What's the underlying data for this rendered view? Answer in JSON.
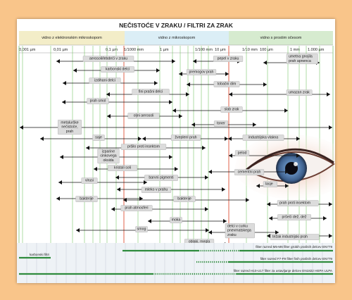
{
  "title": "NEČISTOĆE V ZRAKU / FILTRI ZA ZRAK",
  "zones": [
    {
      "label": "vidno z elektronskim mikroskopom",
      "color": "#f3edc8"
    },
    {
      "label": "vidno z mikroskopom",
      "color": "#dbeef6"
    },
    {
      "label": "vidno s prostim očesom",
      "color": "#d6ebcf"
    }
  ],
  "scale": [
    {
      "text": "0,001 µm",
      "col": "#222"
    },
    {
      "text": "0,01 µm",
      "col": "#222"
    },
    {
      "text": "0,1 µm",
      "col": "#222"
    },
    {
      "text": "1/1000 mm",
      "col": "#888"
    },
    {
      "text": "1 µm",
      "col": "#222"
    },
    {
      "text": "1/100 mm",
      "col": "#888"
    },
    {
      "text": "10 µm",
      "col": "#d23a2a"
    },
    {
      "text": "1/10 mm",
      "col": "#888"
    },
    {
      "text": "100 µm",
      "col": "#222"
    },
    {
      "text": "1 mm",
      "col": "#888"
    },
    {
      "text": "1.000 µm",
      "col": "#222"
    }
  ],
  "items": [
    {
      "label": "aerosoli/lebdeči v zraku"
    },
    {
      "label": "pepel v zraku"
    },
    {
      "label": "umetna gnojila prah apnenca"
    },
    {
      "label": "karbonski delci"
    },
    {
      "label": "premogov prah"
    },
    {
      "label": "izdihani delci"
    },
    {
      "label": "tobačni dim"
    },
    {
      "label": "fini prašni delci"
    },
    {
      "label": "umazan zrak"
    },
    {
      "label": "prah smol"
    },
    {
      "label": "slab zrak"
    },
    {
      "label": "oljni aerosoli"
    },
    {
      "label": "toner"
    },
    {
      "label": "metalurške nečistoče, prah"
    },
    {
      "label": "saje"
    },
    {
      "label": "žveplenI prah"
    },
    {
      "label": "industrijska vlakna"
    },
    {
      "label": "pršilo proti insektom"
    },
    {
      "label": "pelod"
    },
    {
      "label": "izparine cinkovega oksida"
    },
    {
      "label": "kristali soli"
    },
    {
      "label": "cementni prah"
    },
    {
      "label": "barvni pigmenti"
    },
    {
      "label": "virusi"
    },
    {
      "label": "lasje"
    },
    {
      "label": "mleko v prahu"
    },
    {
      "label": "bakterije"
    },
    {
      "label": "bakterije"
    },
    {
      "label": "prah proti insektom"
    },
    {
      "label": "prah atmosferi"
    },
    {
      "label": "pršeči dež, dež"
    },
    {
      "label": "moka"
    },
    {
      "label": "smog"
    },
    {
      "label": "delci v curku pnevmatskega zraku"
    },
    {
      "label": "težak industrijski prah"
    },
    {
      "label": "oblaki, megla"
    }
  ],
  "filters": [
    {
      "label": "filter razred M5-M6 filter grobih prašnih delcev EN779"
    },
    {
      "label": "karbonski filtri"
    },
    {
      "label": "filter razred F7-F9 filter finih prašnih delcev EN779"
    },
    {
      "label": "filter razred H10-U17 filter za ustavljanje delcev EN1822 HEPA ULPA"
    }
  ]
}
